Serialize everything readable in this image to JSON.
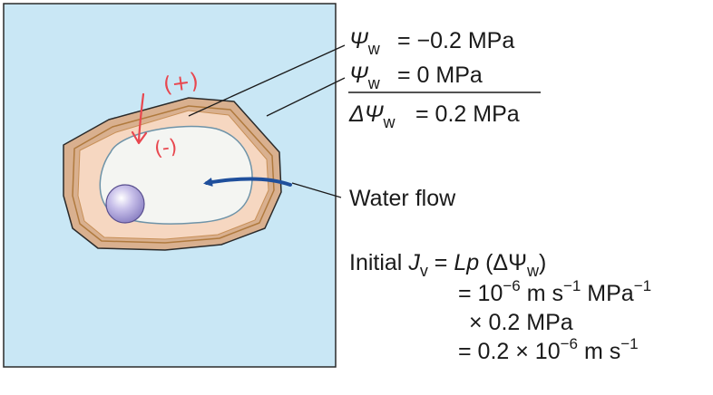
{
  "potentials": {
    "psi_outside": {
      "symbol": "Ψ",
      "sub": "w",
      "value": "= −0.2 MPa"
    },
    "psi_inside": {
      "symbol": "Ψ",
      "sub": "w",
      "value": "= 0 MPa"
    },
    "delta_psi": {
      "symbol": "ΔΨ",
      "sub": "w",
      "value": "= 0.2 MPa"
    }
  },
  "water_flow_label": "Water flow",
  "flux_equation": {
    "line1_prefix": "Initial ",
    "line1_J": "J",
    "line1_J_sub": "v",
    "line1_eq": " = ",
    "line1_Lp": "Lp",
    "line1_paren_open": " (ΔΨ",
    "line1_paren_sub": "w",
    "line1_paren_close": ")",
    "line2_a": "= 10",
    "line2_exp1": "−6",
    "line2_b": " m s",
    "line2_exp2": "−1",
    "line2_c": " MPa",
    "line2_exp3": "−1",
    "line3": "× 0.2 MPa",
    "line4_a": "= 0.2 × 10",
    "line4_exp1": "−6",
    "line4_b": " m s",
    "line4_exp2": "−1"
  },
  "annotations": {
    "plus": "(+)",
    "minus": "(-)"
  },
  "colors": {
    "outside_solution": "#c9e7f5",
    "cell_wall": "#d9b08f",
    "cytoplasm": "#f6d7c1",
    "vacuole": "#f4f5f2",
    "nucleus": "#a89fd4",
    "flow_arrow": "#1f4f9c",
    "handwriting": "#e8474f"
  }
}
